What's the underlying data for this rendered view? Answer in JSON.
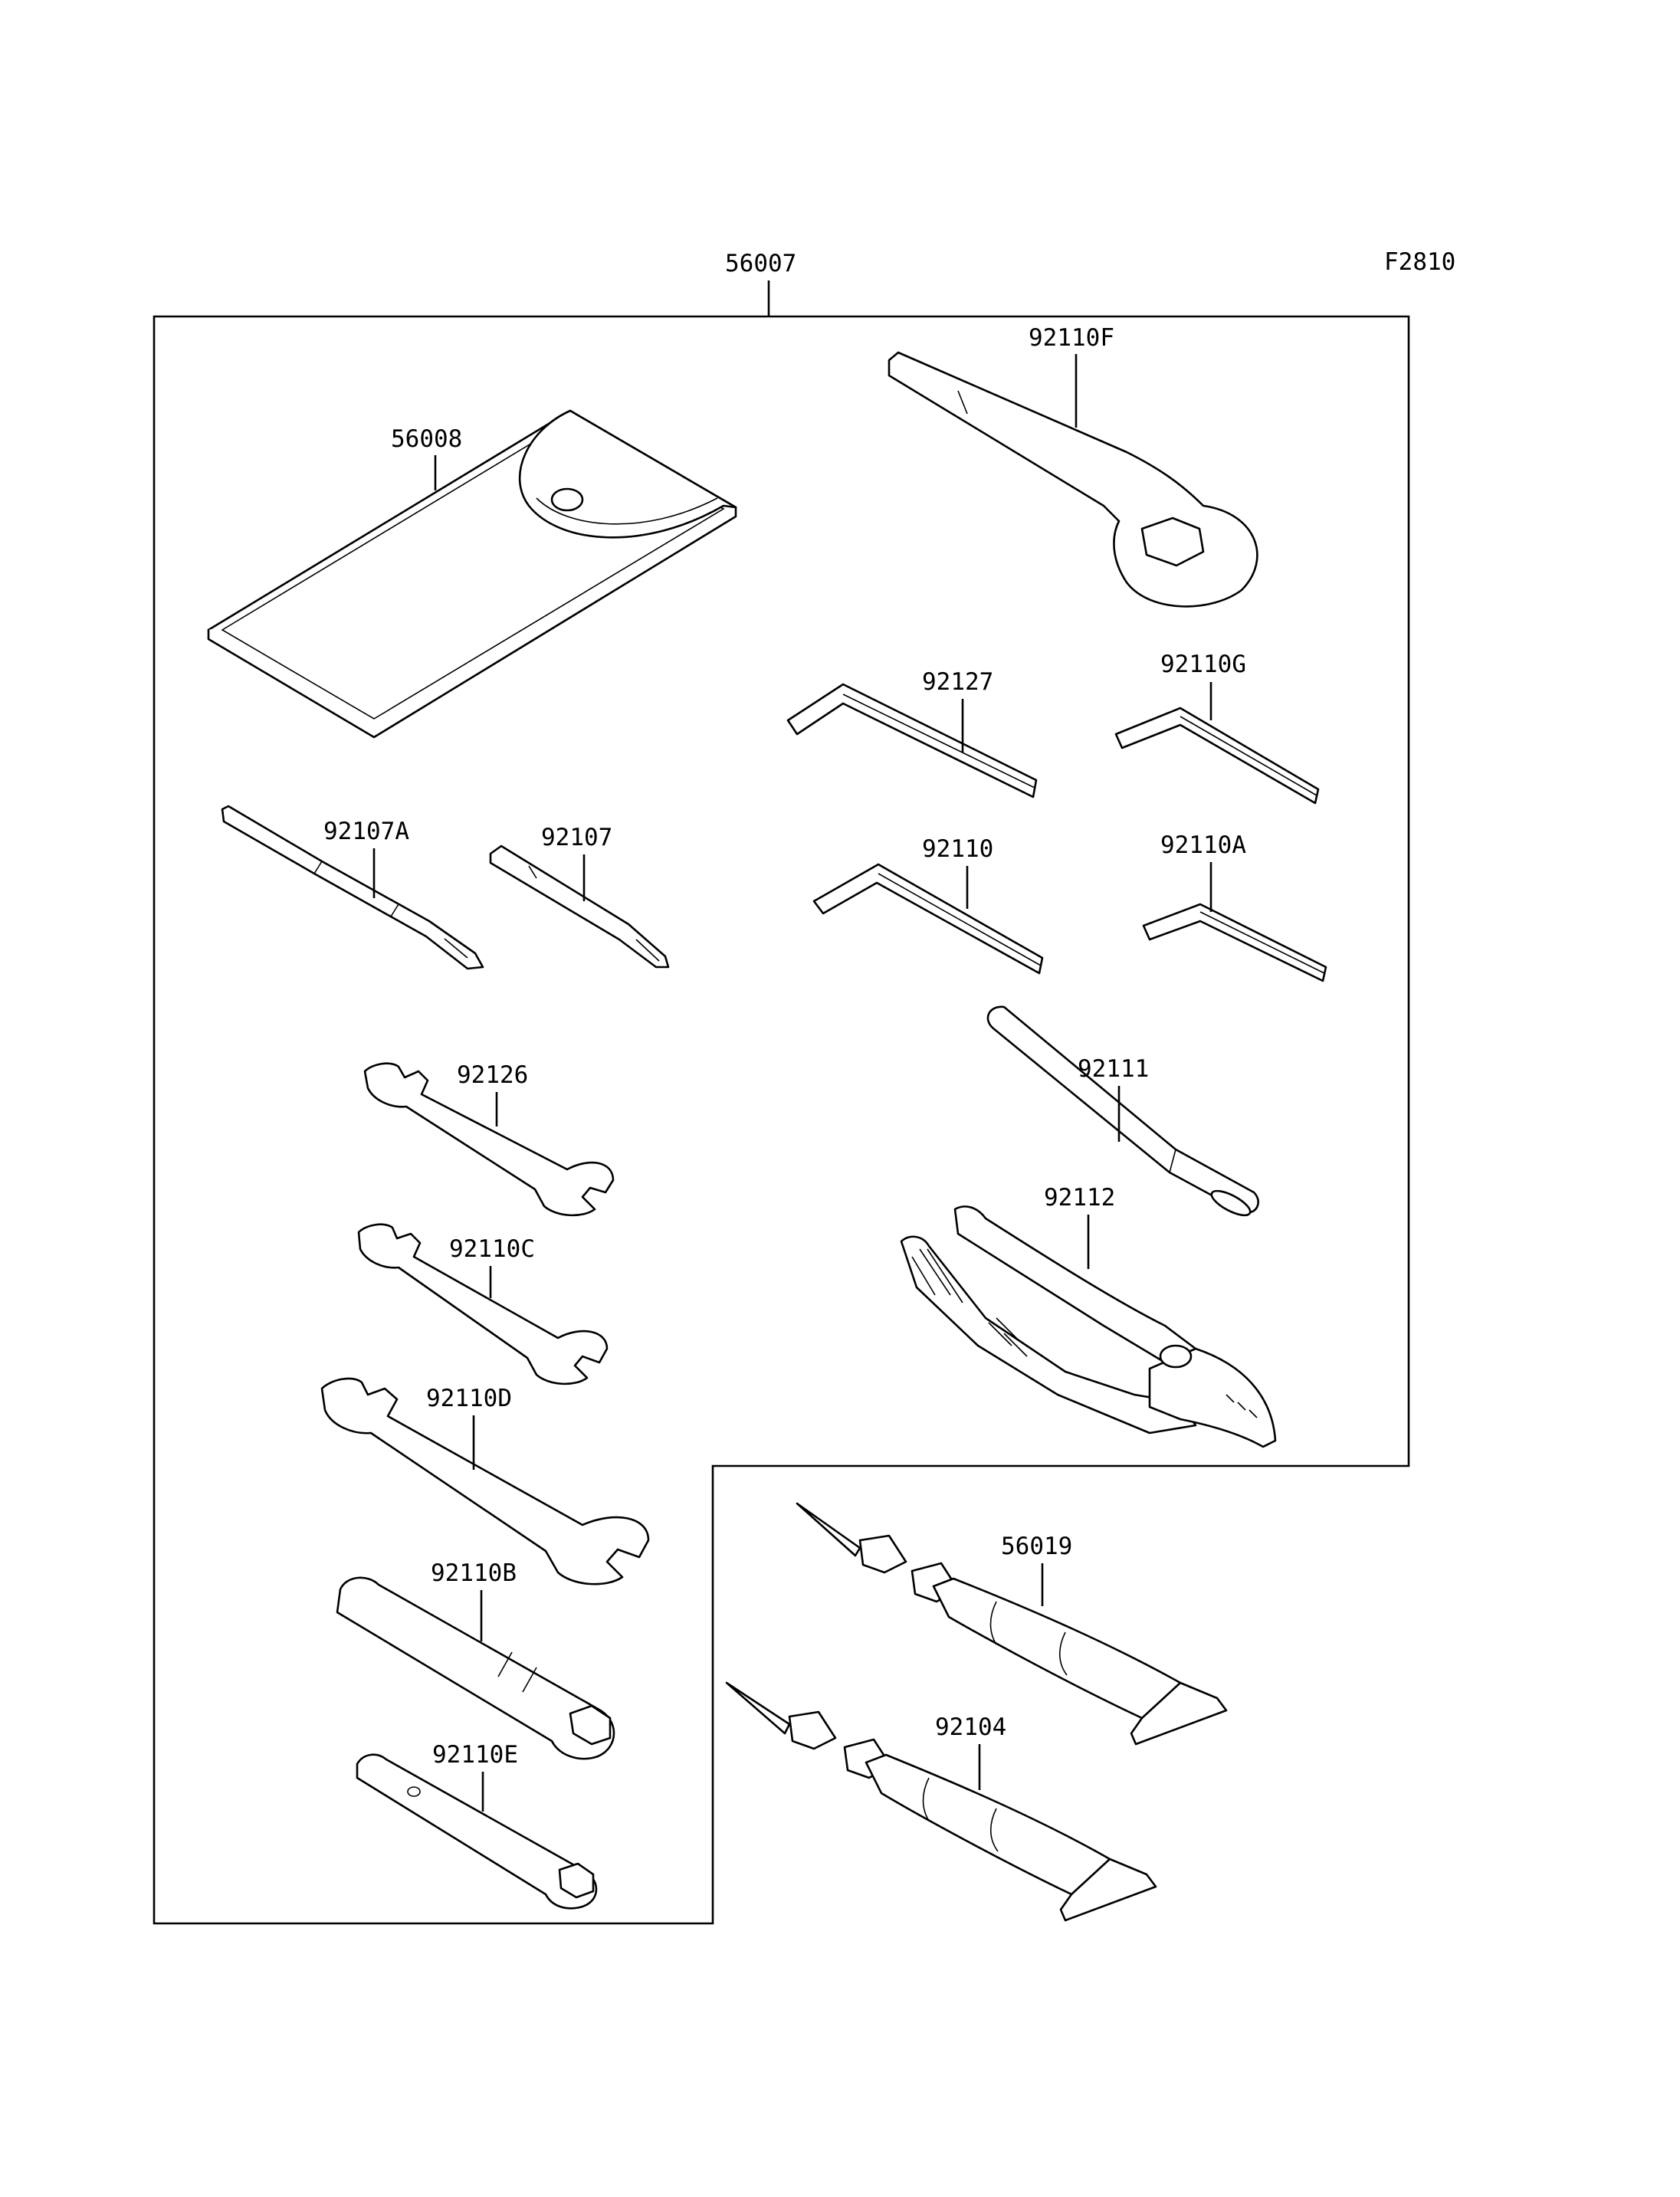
{
  "drawing_code": "F2810",
  "kit": {
    "number": "56007"
  },
  "parts": [
    {
      "id": "56008",
      "icon": "tool-pouch-icon"
    },
    {
      "id": "92110F",
      "icon": "box-end-wrench-icon"
    },
    {
      "id": "92127",
      "icon": "hex-key-icon"
    },
    {
      "id": "92110G",
      "icon": "hex-key-icon"
    },
    {
      "id": "92110",
      "icon": "hex-key-icon"
    },
    {
      "id": "92110A",
      "icon": "hex-key-icon"
    },
    {
      "id": "92107A",
      "icon": "screwdriver-bit-icon"
    },
    {
      "id": "92107",
      "icon": "screwdriver-bit-icon"
    },
    {
      "id": "92126",
      "icon": "open-end-wrench-icon"
    },
    {
      "id": "92110C",
      "icon": "open-end-wrench-icon"
    },
    {
      "id": "92110D",
      "icon": "open-end-wrench-icon"
    },
    {
      "id": "92111",
      "icon": "handle-bar-icon"
    },
    {
      "id": "92112",
      "icon": "pliers-icon"
    },
    {
      "id": "92110B",
      "icon": "socket-wrench-icon"
    },
    {
      "id": "92110E",
      "icon": "spark-plug-wrench-icon"
    },
    {
      "id": "56019",
      "icon": "grease-tube-icon"
    },
    {
      "id": "92104",
      "icon": "grease-tube-icon"
    }
  ]
}
